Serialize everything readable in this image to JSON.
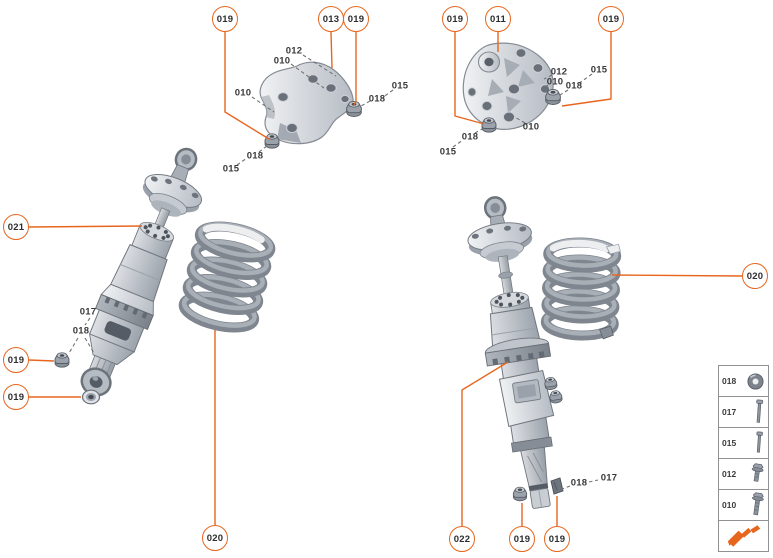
{
  "diagram": {
    "type": "exploded-parts-diagram",
    "subject": "shock absorbers with coil springs and mounting brackets",
    "background_color": "#ffffff",
    "accent_color": "#e7661e",
    "leader_dash_color": "#6f7276",
    "part_gray_light": "#e9ebee",
    "part_gray_dark": "#7d848d"
  },
  "callouts": [
    {
      "label": "019"
    },
    {
      "label": "013"
    },
    {
      "label": "019"
    },
    {
      "label": "019"
    },
    {
      "label": "011"
    },
    {
      "label": "019"
    },
    {
      "label": "021"
    },
    {
      "label": "019"
    },
    {
      "label": "019"
    },
    {
      "label": "020"
    },
    {
      "label": "020"
    },
    {
      "label": "022"
    },
    {
      "label": "019"
    },
    {
      "label": "019"
    }
  ],
  "part_labels": [
    {
      "text": "012"
    },
    {
      "text": "010"
    },
    {
      "text": "010"
    },
    {
      "text": "018"
    },
    {
      "text": "015"
    },
    {
      "text": "018"
    },
    {
      "text": "015"
    },
    {
      "text": "012"
    },
    {
      "text": "010"
    },
    {
      "text": "018"
    },
    {
      "text": "015"
    },
    {
      "text": "010"
    },
    {
      "text": "018"
    },
    {
      "text": "015"
    },
    {
      "text": "017"
    },
    {
      "text": "018"
    },
    {
      "text": "018"
    },
    {
      "text": "017"
    }
  ],
  "legend": {
    "items": [
      {
        "label": "018",
        "icon": "washer-icon"
      },
      {
        "label": "017",
        "icon": "long-screw-icon"
      },
      {
        "label": "015",
        "icon": "long-screw-icon"
      },
      {
        "label": "012",
        "icon": "flange-bolt-short-icon"
      },
      {
        "label": "010",
        "icon": "flange-bolt-long-icon"
      },
      {
        "label": "",
        "icon": "direction-arrow-icon"
      }
    ]
  },
  "figures": [
    "mounting-bracket-left",
    "mounting-bracket-right",
    "shock-absorber-left",
    "shock-absorber-right",
    "coil-spring-left",
    "coil-spring-right",
    "flange-nut",
    "grommet-washer",
    "retaining-clip"
  ]
}
